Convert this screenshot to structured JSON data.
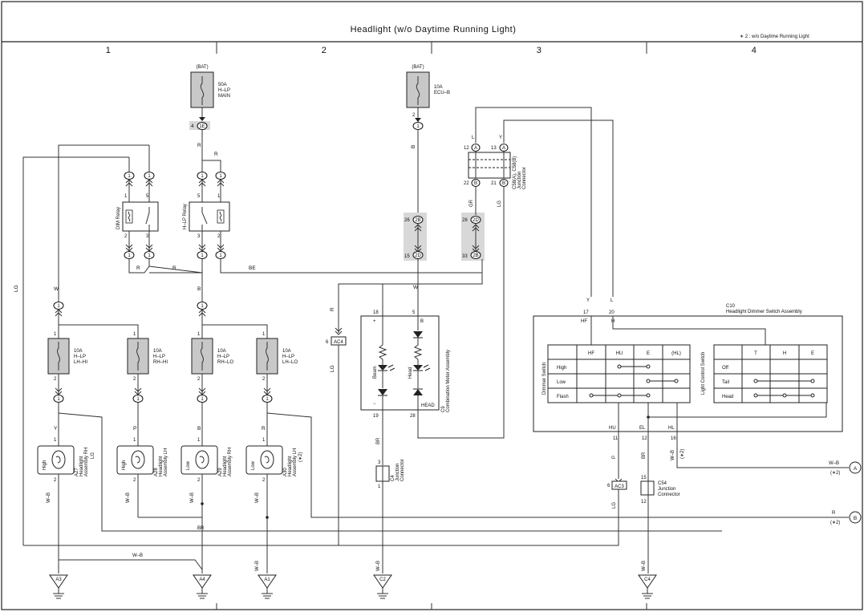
{
  "title": "Headlight (w/o Daytime Running Light)",
  "note": "∗ 2 : w/o Daytime Running Light",
  "columns": [
    "1",
    "2",
    "3",
    "4"
  ],
  "fuses": {
    "main": {
      "src": "(BAT)",
      "amps": "50A",
      "name1": "H–LP",
      "name2": "MAIN"
    },
    "ecu": {
      "src": "(BAT)",
      "amps": "10A",
      "name1": "ECU–B"
    },
    "lh_hi": {
      "amps": "10A",
      "name1": "H–LP",
      "name2": "LH–HI"
    },
    "rh_hi": {
      "amps": "10A",
      "name1": "H–LP",
      "name2": "RH–HI"
    },
    "rh_lo": {
      "amps": "10A",
      "name1": "H–LP",
      "name2": "RH–LO"
    },
    "lh_lo": {
      "amps": "10A",
      "name1": "H–LP",
      "name2": "LH–LO"
    }
  },
  "relays": {
    "dim": "DIM Relay",
    "hlp": "H–LP Relay"
  },
  "connectors": {
    "c1e": "1E",
    "c1": "1",
    "c2b": "2B",
    "c2d": "2D",
    "ac4": "AC4",
    "ac3": "AC3",
    "ca": "A",
    "cb": "B"
  },
  "junction_c58": {
    "line1": "C58(A), C58(B)",
    "line2": "Junction",
    "line3": "Connector"
  },
  "meter": {
    "id": "C9",
    "name": "Combination Meter Assembly",
    "beam": "Beam",
    "head": "Head",
    "head_label": "HEAD",
    "plus": "+",
    "minus": "−",
    "pin_b": "B"
  },
  "c10": {
    "id": "C10",
    "name": "Headlight Dimmer Switch Assembly",
    "dimmer_label": "Dimmer Switch",
    "light_label": "Light Control Switch",
    "dimmer_cols": [
      "HF",
      "HU",
      "E",
      "(HL)"
    ],
    "dimmer_rows": [
      "High",
      "Low",
      "Flash"
    ],
    "light_cols": [
      "T",
      "H",
      "E"
    ],
    "light_rows": [
      "Off",
      "Tail",
      "Head"
    ],
    "pins": {
      "hf": "HF",
      "h": "H",
      "hu": "HU",
      "el": "EL",
      "hl": "HL"
    }
  },
  "lamps": [
    {
      "id": "A27",
      "name": "Headlight",
      "side": "Assembly RH",
      "beam": "High"
    },
    {
      "id": "A28",
      "name": "Headlight",
      "side": "Assembly LH",
      "beam": "High"
    },
    {
      "id": "A29",
      "name": "Headlight",
      "side": "Assembly RH",
      "beam": "Low"
    },
    {
      "id": "A30",
      "name": "Headlight",
      "side": "Assembly LH",
      "beam": "Low"
    }
  ],
  "lamp_extra": "LG",
  "c4_junction": {
    "id": "C4",
    "name": "Junction",
    "name2": "Connector"
  },
  "c54_junction": {
    "id": "C54",
    "name": "Junction",
    "name2": "Connector"
  },
  "grounds": [
    "A3",
    "A4",
    "A1",
    "C2",
    "C4"
  ],
  "wires": {
    "R": "R",
    "W": "W",
    "B": "B",
    "BE": "BE",
    "LG": "LG",
    "Y": "Y",
    "P": "P",
    "BR": "BR",
    "WB": "W–B",
    "GR": "GR",
    "L": "L"
  },
  "star2": "(∗2)",
  "pin_numbers": {
    "p1": "1",
    "p2": "2",
    "p3": "3",
    "p4": "4",
    "p5": "5",
    "p6": "6",
    "p11": "11",
    "p12": "12",
    "p13": "13",
    "p15": "15",
    "p16": "16",
    "p17": "17",
    "p18": "18",
    "p19": "19",
    "p20": "20",
    "p21": "21",
    "p22": "22",
    "p26": "26",
    "p28": "28",
    "p33": "33"
  }
}
